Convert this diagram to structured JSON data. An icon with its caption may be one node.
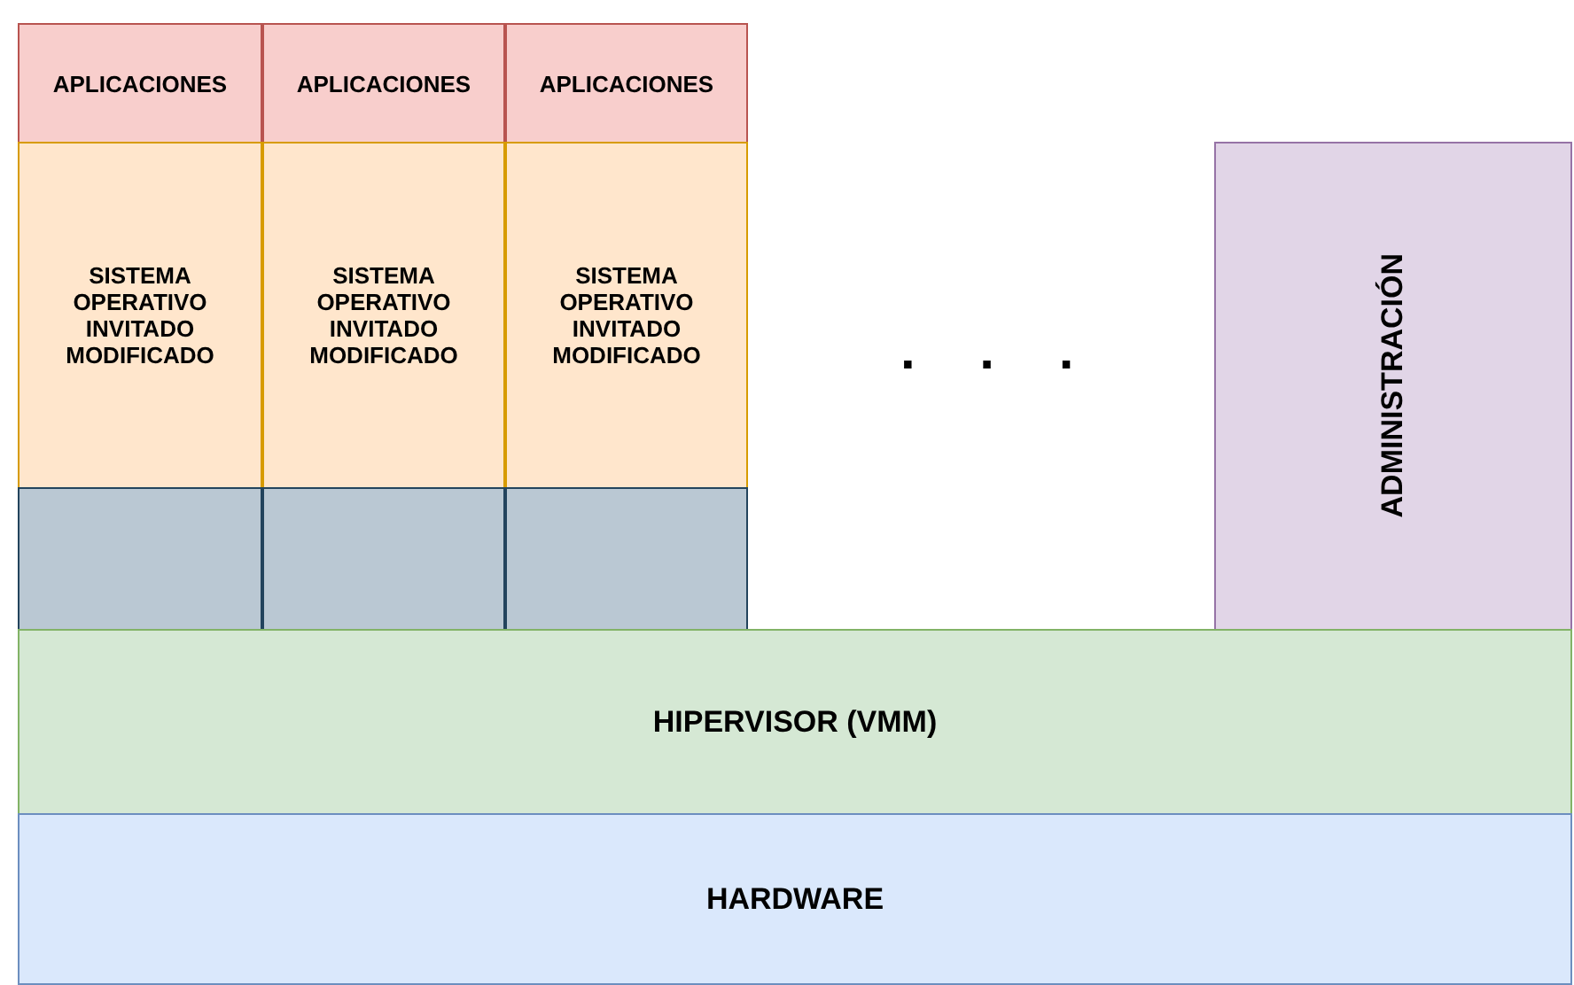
{
  "diagram": {
    "nodes": [
      {
        "text": [
          "APLICACIONES"
        ]
      },
      {
        "text": [
          "APLICACIONES"
        ]
      },
      {
        "text": [
          "APLICACIONES"
        ]
      },
      {
        "text": [
          "SISTEMA OPERATIVO INVITADO MODIFICADO"
        ]
      },
      {
        "text": [
          "SISTEMA OPERATIVO INVITADO MODIFICADO"
        ]
      },
      {
        "text": [
          "SISTEMA OPERATIVO INVITADO MODIFICADO"
        ]
      },
      {
        "text": [],
        "shape": "box"
      },
      {
        "text": [],
        "shape": "box"
      },
      {
        "text": [],
        "shape": "box"
      },
      {
        "text": [
          "ADMINISTRACIÓN"
        ]
      },
      {
        "text": [
          "HIPERVISOR (VMM)"
        ]
      },
      {
        "text": [
          "HARDWARE"
        ]
      }
    ],
    "labels": [
      ". . ."
    ]
  }
}
